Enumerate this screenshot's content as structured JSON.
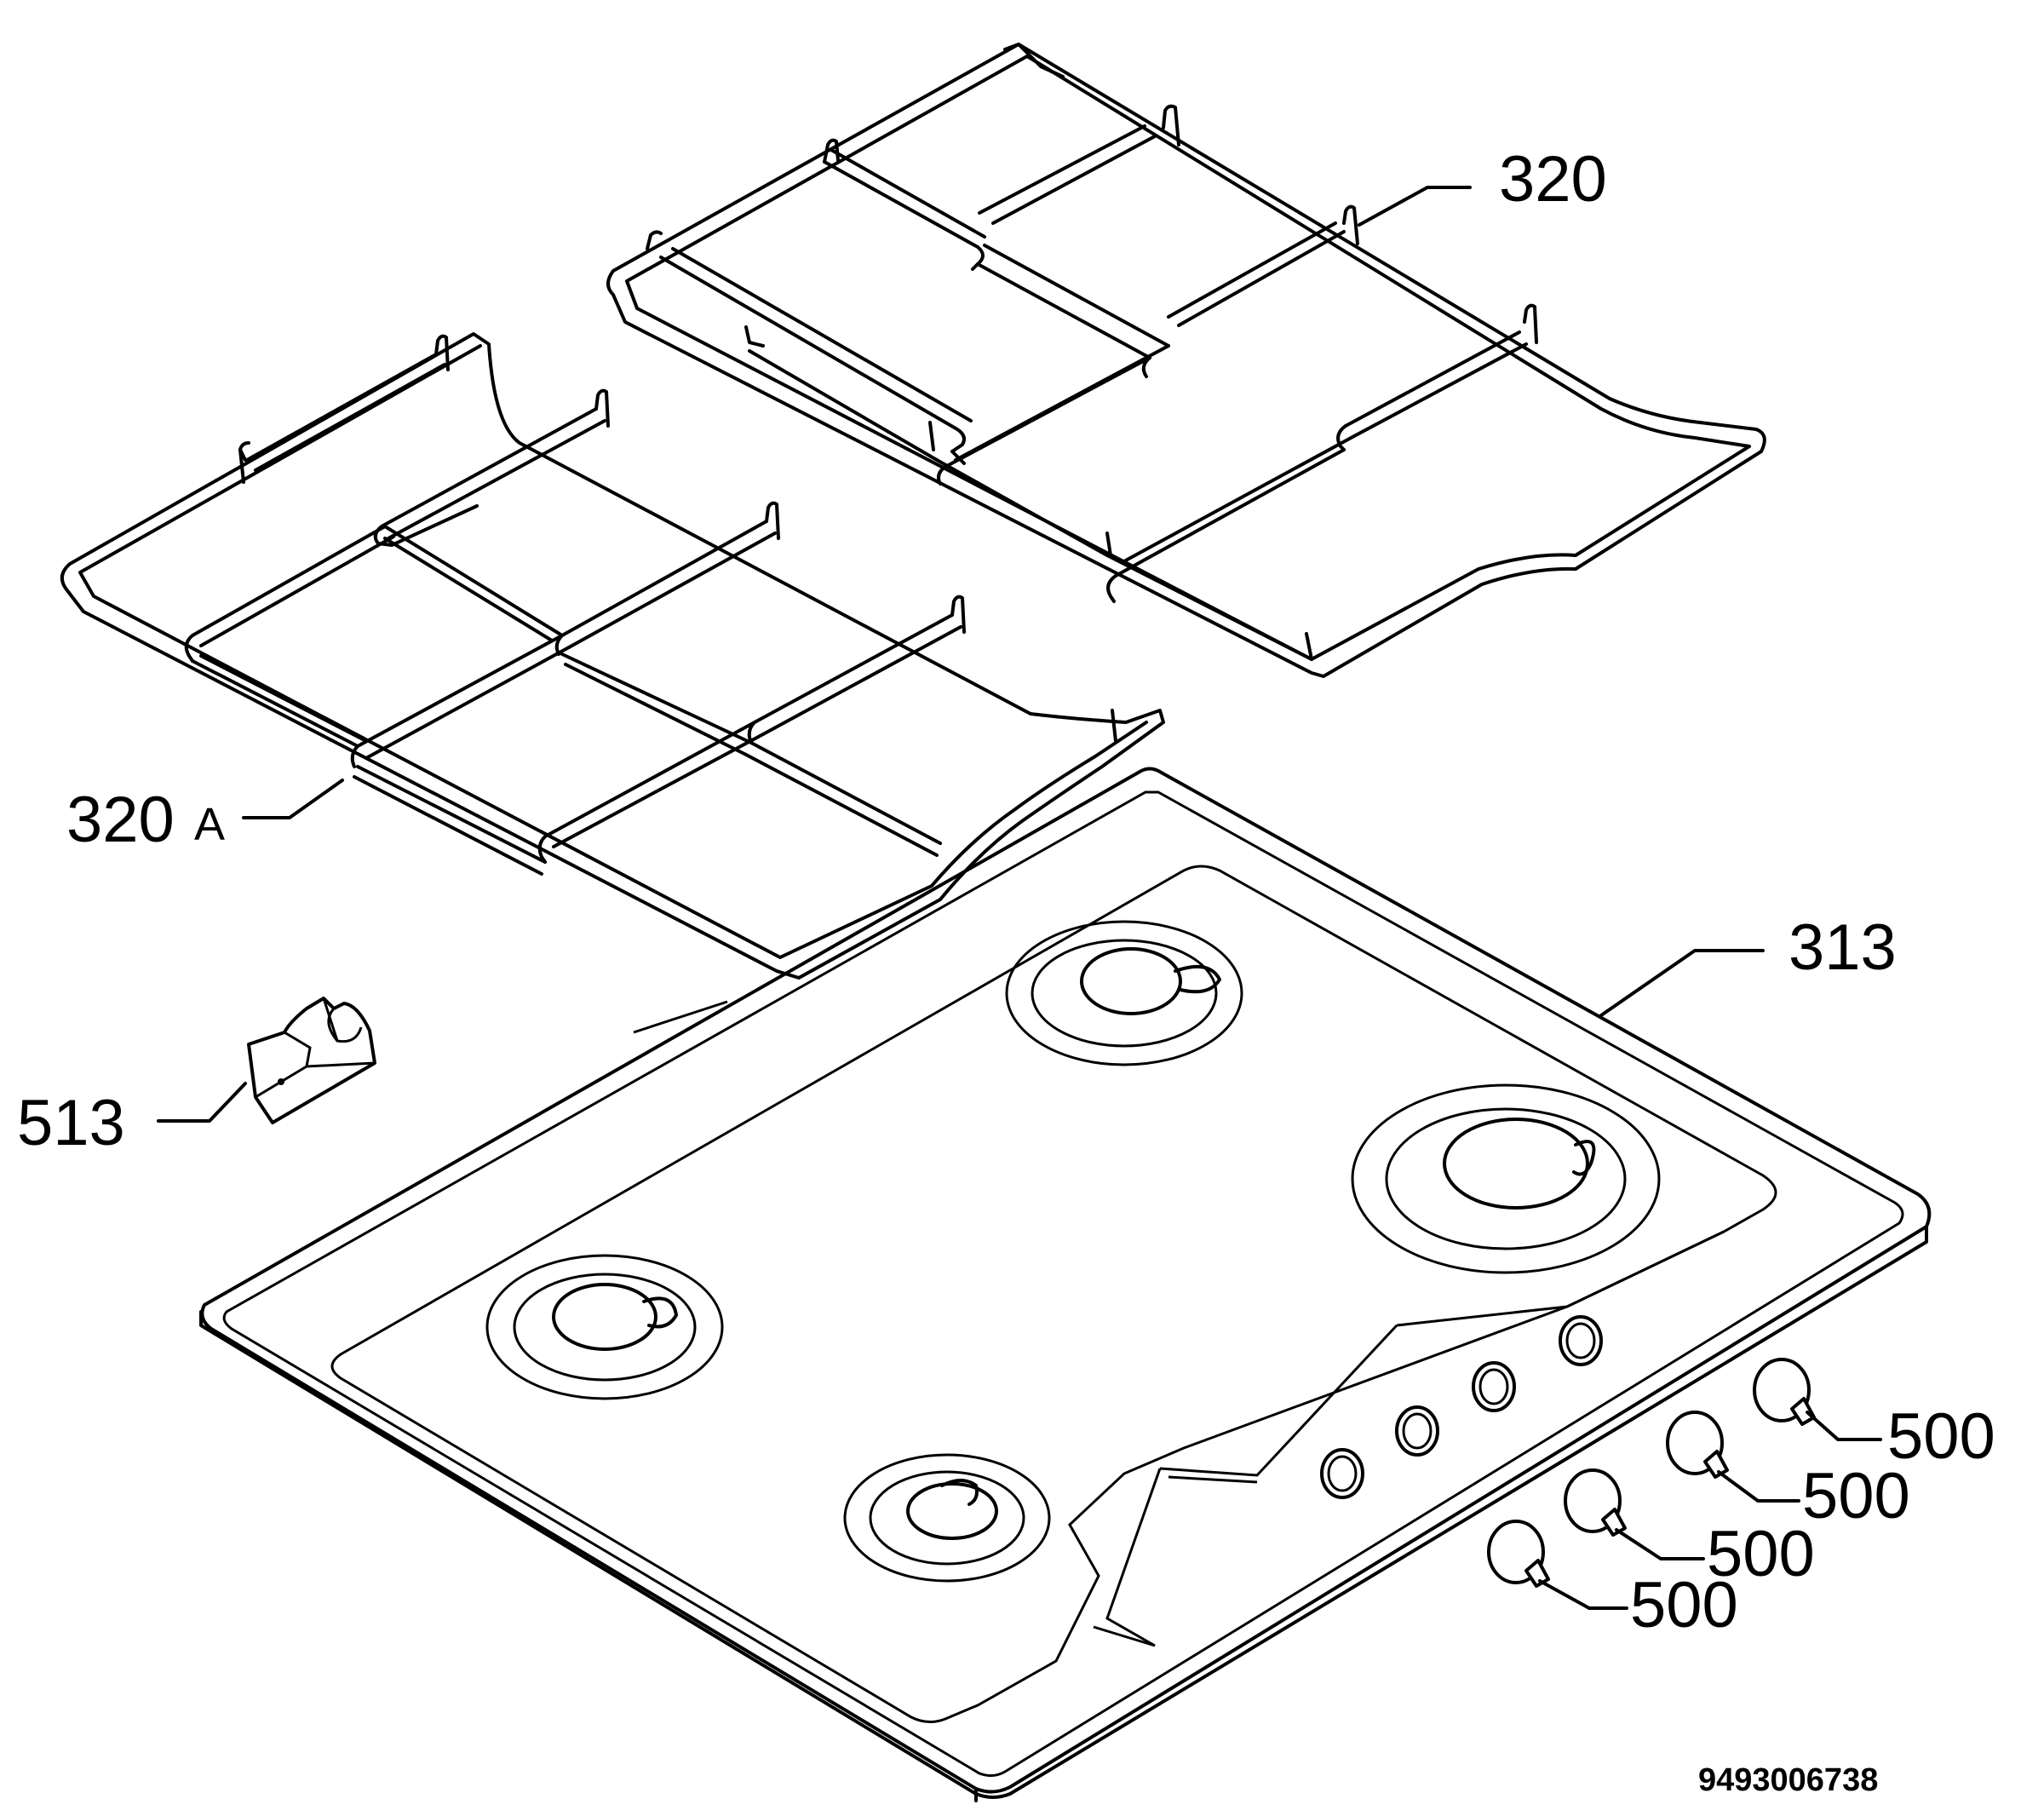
{
  "diagram": {
    "parts": [
      {
        "key": "grid_right",
        "label": "320"
      },
      {
        "key": "grid_left",
        "label": "320",
        "suffix": "A"
      },
      {
        "key": "hob_top",
        "label": "313"
      },
      {
        "key": "clip",
        "label": "513"
      },
      {
        "key": "knob_1",
        "label": "500"
      },
      {
        "key": "knob_2",
        "label": "500"
      },
      {
        "key": "knob_3",
        "label": "500"
      },
      {
        "key": "knob_4",
        "label": "500"
      }
    ],
    "drawing_code": "9493006738"
  }
}
